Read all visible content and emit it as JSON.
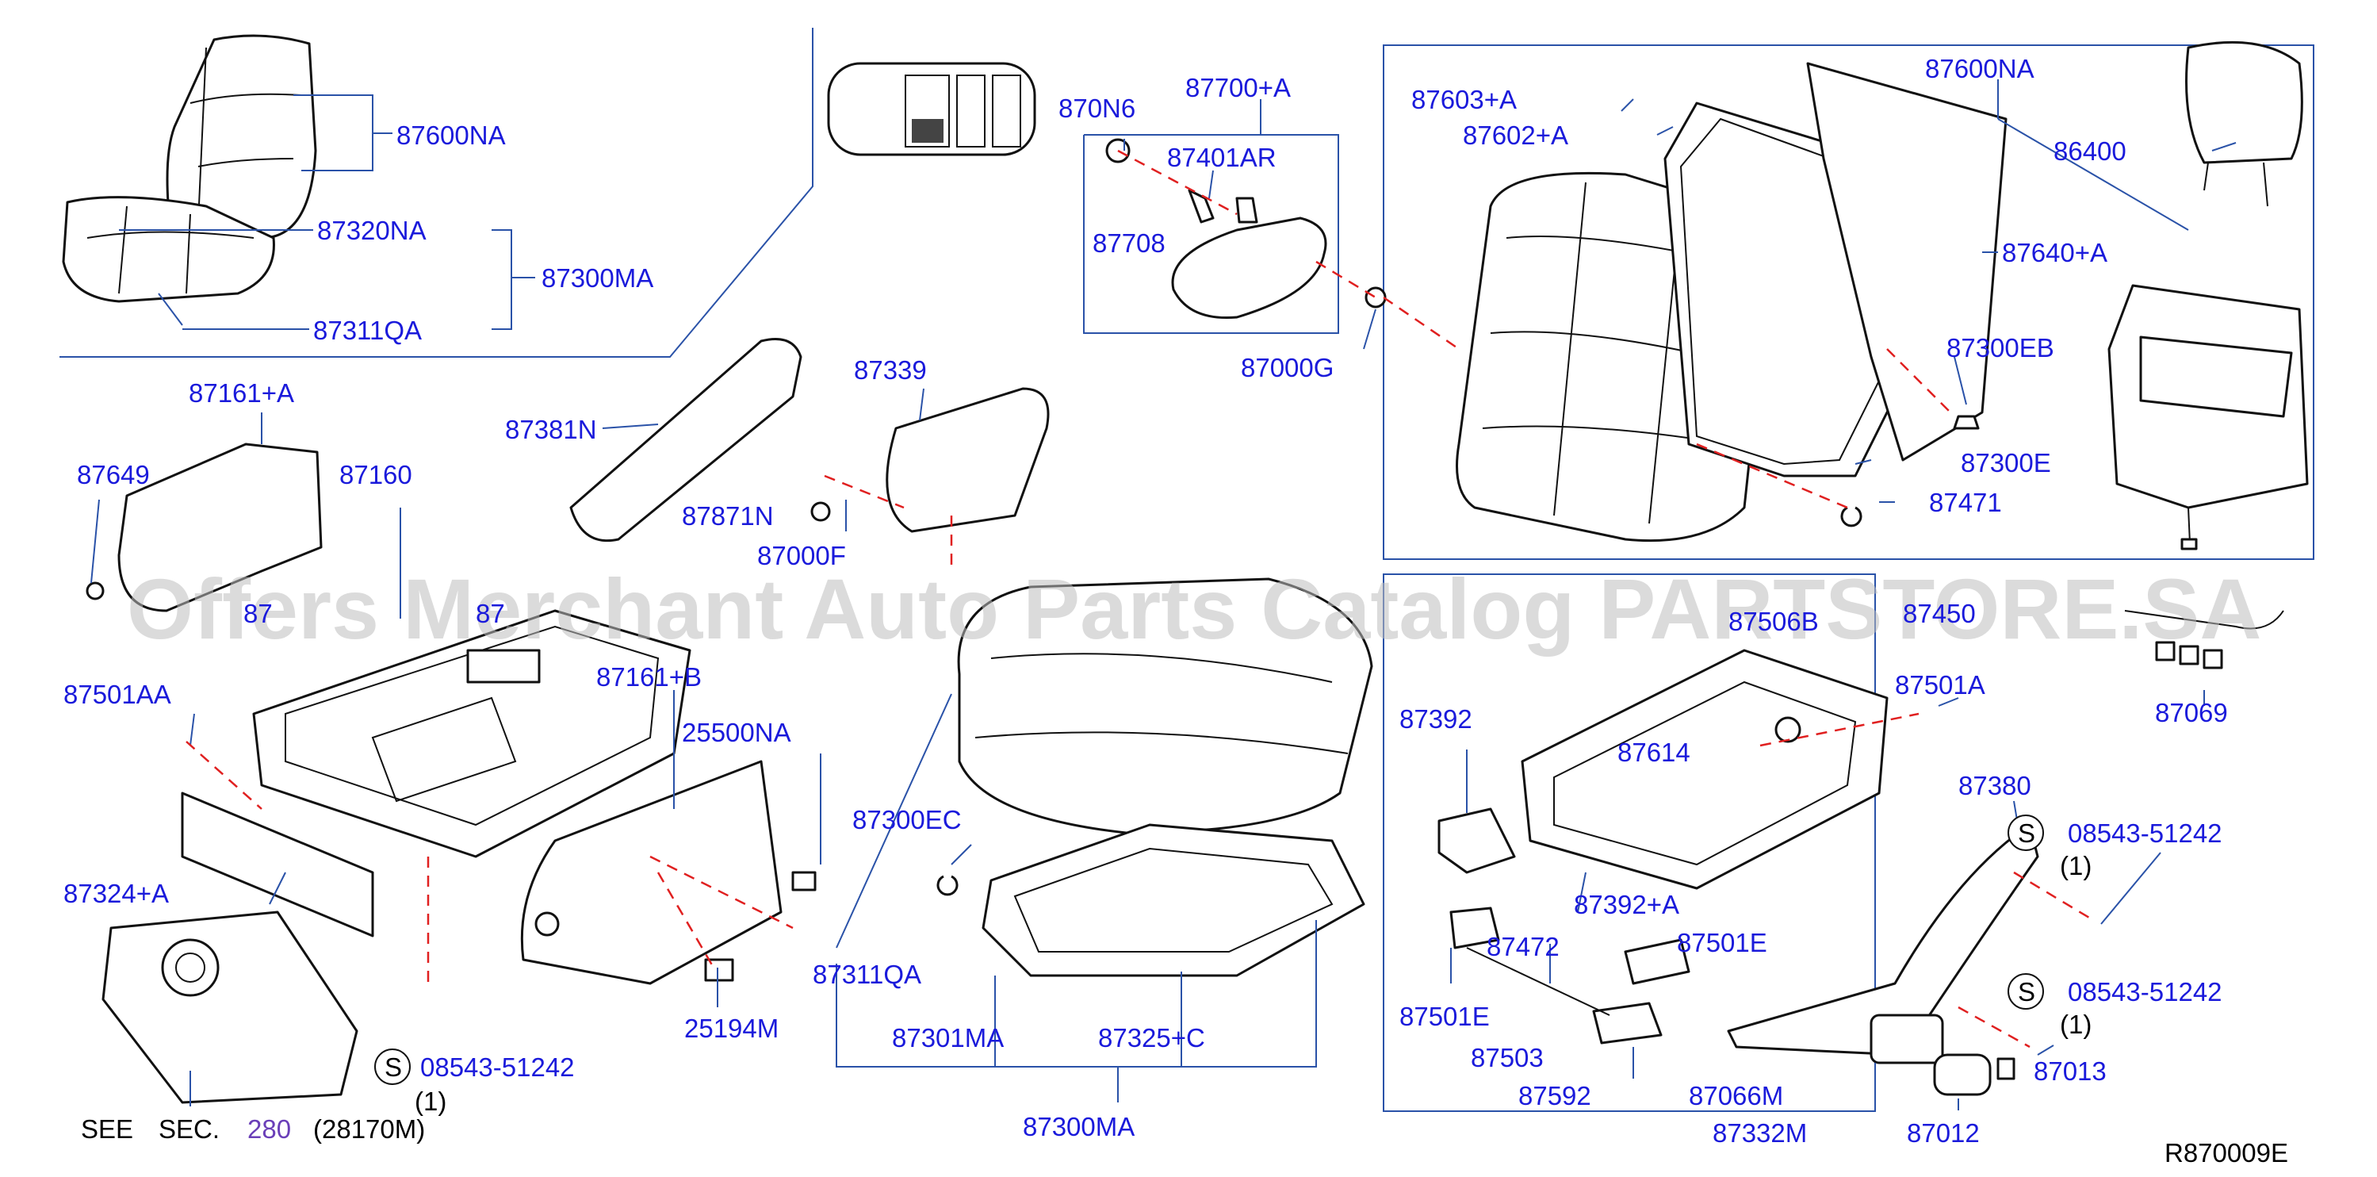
{
  "diagram_code": "R870009E",
  "watermark": "Offers Merchant Auto Parts Catalog PARTSTORE.SA",
  "see_section": {
    "see": "SEE",
    "sec": "SEC.",
    "number": "280",
    "ref": "(28170M)"
  },
  "circled_s": "S",
  "qty_one": "(1)",
  "colors": {
    "callout": "#1a1adb",
    "leader": "#2a52a8",
    "mounting_dash": "#e02020",
    "section_link": "#6a3fb8"
  },
  "parts": {
    "p87600NA_a": "87600NA",
    "p87320NA": "87320NA",
    "p87300MA_a": "87300MA",
    "p87311QA_a": "87311QA",
    "p870N6": "870N6",
    "p87700A": "87700+A",
    "p87401AR": "87401AR",
    "p87708": "87708",
    "p87000G": "87000G",
    "p87603A": "87603+A",
    "p87602A": "87602+A",
    "p87600NA_b": "87600NA",
    "p86400": "86400",
    "p87640A": "87640+A",
    "p87300EB": "87300EB",
    "p87300E": "87300E",
    "p87471": "87471",
    "p87161A": "87161+A",
    "p87649": "87649",
    "p87160": "87160",
    "p87381N": "87381N",
    "p87339": "87339",
    "p87871N": "87871N",
    "p87000F": "87000F",
    "p87501AA": "87501AA",
    "p87161B": "87161+B",
    "p25500NA": "25500NA",
    "p87324A": "87324+A",
    "p87300EC": "87300EC",
    "p87311QA_b": "87311QA",
    "p25194M": "25194M",
    "p08543_a": "08543-51242",
    "p87301MA": "87301MA",
    "p87325C": "87325+C",
    "p87300MA_b": "87300MA",
    "p87506B": "87506B",
    "p87450": "87450",
    "p87069": "87069",
    "p87501A": "87501A",
    "p87392": "87392",
    "p87614": "87614",
    "p87392A": "87392+A",
    "p87472": "87472",
    "p87501E_a": "87501E",
    "p87501E_b": "87501E",
    "p87503": "87503",
    "p87592": "87592",
    "p87380": "87380",
    "p08543_b": "08543-51242",
    "p08543_c": "08543-51242",
    "p87066M": "87066M",
    "p87332M": "87332M",
    "p87012": "87012",
    "p87013": "87013",
    "p87_partial_a": "87",
    "p87_partial_b": "87"
  }
}
